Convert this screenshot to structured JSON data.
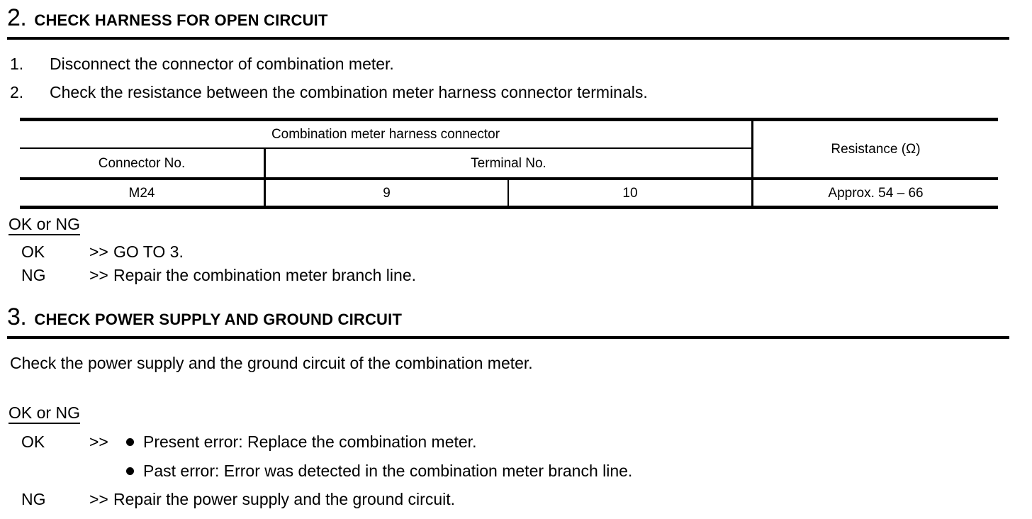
{
  "section2": {
    "number": "2.",
    "title": "CHECK HARNESS FOR OPEN CIRCUIT",
    "steps": [
      {
        "num": "1.",
        "text": "Disconnect the connector of combination meter."
      },
      {
        "num": "2.",
        "text": "Check the resistance between the combination meter harness connector terminals."
      }
    ],
    "table": {
      "group_header": "Combination meter harness connector",
      "resistance_header": "Resistance (Ω)",
      "sub_headers": [
        "Connector No.",
        "Terminal No."
      ],
      "row": {
        "connector_no": "M24",
        "terminal_a": "9",
        "terminal_b": "10",
        "resistance": "Approx. 54 – 66"
      }
    },
    "judgement": {
      "title": "OK or NG",
      "results": [
        {
          "label": "OK",
          "arrow": ">>",
          "text": "GO TO 3."
        },
        {
          "label": "NG",
          "arrow": ">>",
          "text": "Repair the combination meter branch line."
        }
      ]
    }
  },
  "section3": {
    "number": "3.",
    "title": "CHECK POWER SUPPLY AND GROUND CIRCUIT",
    "body": "Check the power supply and the ground circuit of the combination meter.",
    "judgement": {
      "title": "OK or NG",
      "ok_label": "OK",
      "ok_arrow": ">>",
      "ok_bullets": [
        "Present error: Replace the combination meter.",
        "Past error: Error was detected in the combination meter branch line."
      ],
      "ng_label": "NG",
      "ng_arrow": ">>",
      "ng_text": "Repair the power supply and the ground circuit."
    }
  }
}
